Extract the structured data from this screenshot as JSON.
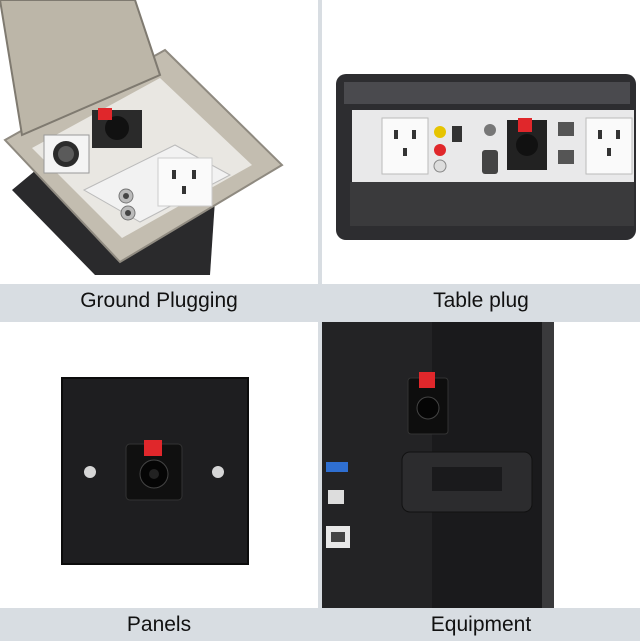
{
  "panels": [
    {
      "caption": "Ground Plugging"
    },
    {
      "caption": "Table plug"
    },
    {
      "caption": "Panels"
    },
    {
      "caption": "Equipment"
    }
  ],
  "colors": {
    "background": "#d8dde2",
    "steel": "#b9b3a6",
    "black_panel": "#1e1e20",
    "accent_red": "#e0272b",
    "white_plate": "#f2f2f2"
  },
  "icons": [
    "xlr-jack-icon",
    "power-socket-icon",
    "rca-jack-icon",
    "usb-port-icon",
    "rj45-port-icon",
    "vga-port-icon",
    "handle-icon"
  ]
}
